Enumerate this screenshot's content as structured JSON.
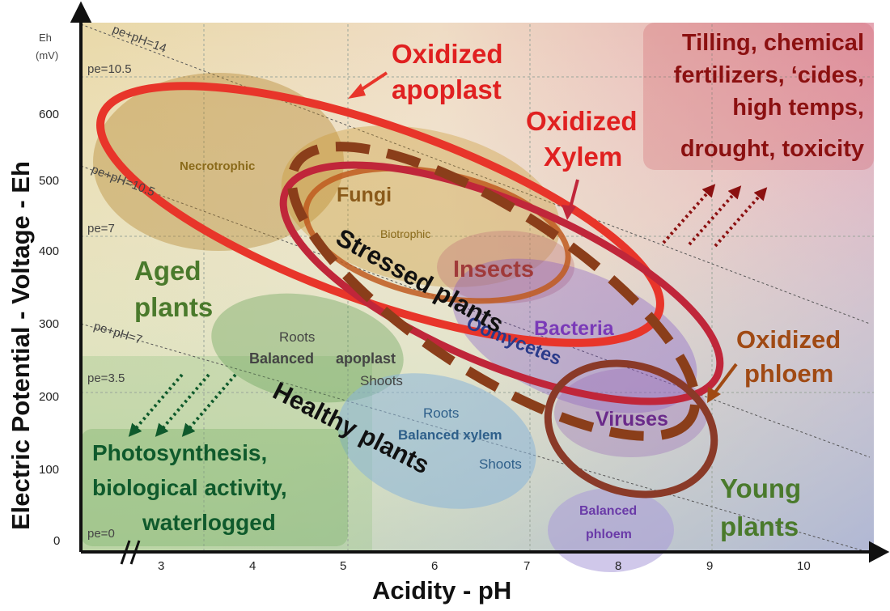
{
  "axes": {
    "x_title": "Acidity - pH",
    "y_title": "Electric Potential - Voltage - Eh",
    "y_unit_top": "Eh",
    "y_unit_bottom": "(mV)",
    "x_ticks": [
      "3",
      "4",
      "5",
      "6",
      "7",
      "8",
      "9",
      "10"
    ],
    "y_ticks": [
      "600",
      "500",
      "400",
      "300",
      "200",
      "100",
      "0"
    ]
  },
  "guides": {
    "pe_top": "pe=10.5",
    "pe_mid": "pe=7",
    "pe_low": "pe=3.5",
    "pe_zero": "pe=0",
    "diag_14": "pe+pH=14",
    "diag_10": "pe+pH=10.5",
    "diag_7": "pe+pH=7"
  },
  "regions": {
    "necrotrophic": "Necrotrophic",
    "fungi": "Fungi",
    "biotrophic": "Biotrophic",
    "insects": "Insects",
    "bacteria": "Bacteria",
    "oomycetes": "Oomycetes",
    "viruses": "Viruses",
    "roots_1": "Roots",
    "balanced_apoplast_a": "Balanced",
    "balanced_apoplast_b": "apoplast",
    "shoots_1": "Shoots",
    "roots_2": "Roots",
    "balanced_xylem": "Balanced xylem",
    "shoots_2": "Shoots",
    "balanced_phloem_a": "Balanced",
    "balanced_phloem_b": "phloem"
  },
  "labels": {
    "oxidized_apoplast": [
      "Oxidized",
      "apoplast"
    ],
    "oxidized_xylem": [
      "Oxidized",
      "Xylem"
    ],
    "oxidized_phloem": [
      "Oxidized",
      "phloem"
    ],
    "aged_plants": [
      "Aged",
      "plants"
    ],
    "young_plants": [
      "Young",
      "plants"
    ],
    "stressed_plants": "Stressed plants",
    "healthy_plants": "Healthy plants"
  },
  "callouts": {
    "stress_causes": [
      "Tilling, chemical",
      "fertilizers, ‘cides,",
      "high temps,",
      "drought, toxicity"
    ],
    "reducing_causes": [
      "Photosynthesis,",
      "biological activity,",
      "waterlogged"
    ]
  },
  "colors": {
    "oxidized_red": "#e02020",
    "stress_darkred": "#8b1010",
    "healthy_green": "#0f5a2c",
    "phloem_brown": "#a04a14"
  }
}
